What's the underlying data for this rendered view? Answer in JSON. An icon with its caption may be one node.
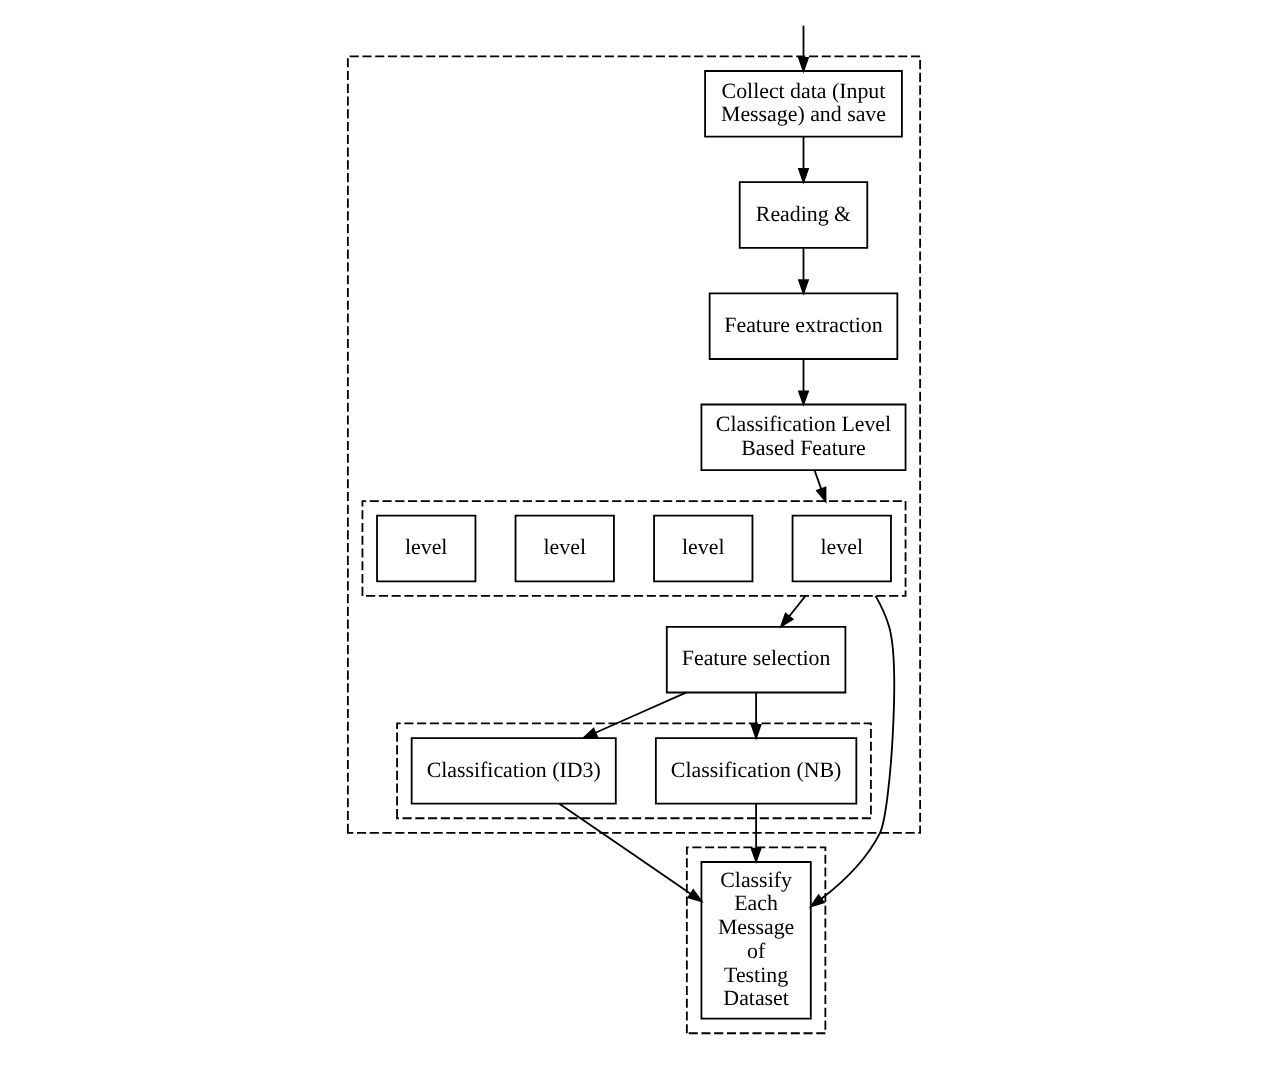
{
  "diagram": {
    "nodes": [
      {
        "text": [],
        "shape": "box"
      },
      {
        "text": [
          "Collect data (Input Message) and save"
        ],
        "in": 0
      },
      {
        "text": [
          "Reading &"
        ],
        "in": 0
      },
      {
        "text": [
          "Feature extraction"
        ],
        "in": 0
      },
      {
        "text": [
          "Classification Level Based Feature"
        ],
        "in": 0
      },
      {
        "text": [],
        "shape": "box",
        "in": 0
      },
      {
        "text": [
          "level"
        ],
        "in": 5
      },
      {
        "text": [
          "level"
        ],
        "in": 5
      },
      {
        "text": [
          "level"
        ],
        "in": 5
      },
      {
        "text": [
          "level"
        ],
        "in": 5
      },
      {
        "text": [],
        "shape": "box",
        "in": 0
      },
      {
        "text": [
          "Classification (NB)"
        ],
        "in": 10
      },
      {
        "text": [
          "Classification (ID3)"
        ],
        "in": 10
      },
      {
        "text": [
          "Feature selection"
        ],
        "in": 0
      },
      {
        "text": [],
        "shape": "box"
      },
      {
        "text": [
          "Classify Each Message of Testing Dataset"
        ],
        "in": 14
      }
    ],
    "edges": [
      {
        "from": null,
        "to": 1,
        "arrow": "to"
      },
      {
        "from": 1,
        "to": 2,
        "arrow": "to"
      },
      {
        "from": 2,
        "to": 3,
        "arrow": "to"
      },
      {
        "from": 3,
        "to": 4,
        "arrow": "to"
      },
      {
        "from": 4,
        "to": 5,
        "arrow": "to"
      },
      {
        "from": 5,
        "to": 15,
        "arrow": "to"
      },
      {
        "from": 5,
        "to": 13,
        "arrow": "to"
      },
      {
        "from": 13,
        "to": 11,
        "arrow": "to"
      },
      {
        "from": 13,
        "to": 12,
        "arrow": "to"
      },
      {
        "from": 11,
        "to": 15,
        "arrow": "to"
      },
      {
        "from": 12,
        "to": 15,
        "arrow": "to"
      }
    ]
  }
}
